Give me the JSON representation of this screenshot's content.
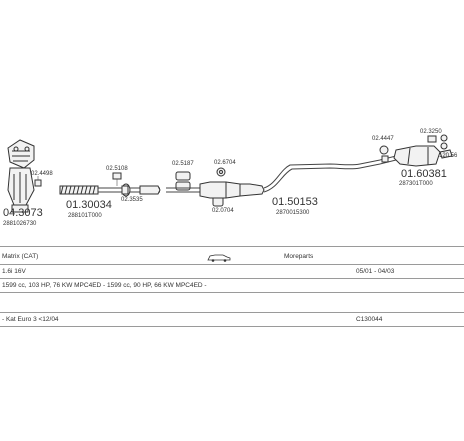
{
  "parts": {
    "cat_main": "04.3073",
    "cat_sub": "2881026730",
    "clamp_cat": "02.4498",
    "front_pipe_main": "01.30034",
    "front_pipe_sub": "288101T000",
    "clamp_a": "02.3535",
    "clamp_b": "02.5108",
    "clamp_c": "02.5187",
    "clamp_d": "02.6704",
    "clamp_e": "02.0704",
    "middle_main": "01.50153",
    "middle_sub": "2870015300",
    "rear_main": "01.60381",
    "rear_sub": "287301T000",
    "clamp_f": "02.4447",
    "clamp_g": "02.3250",
    "rubber": "120.56"
  },
  "table": {
    "model": "Matrix (CAT)",
    "moreparts": "Moreparts",
    "engine": "1.6i 16V",
    "date_range": "05/01 - 04/03",
    "spec": "1599 cc, 103 HP, 76 KW MPC4ED - 1599 cc, 90 HP, 66 KW MPC4ED -",
    "note": "- Kat Euro 3 <12/04",
    "code": "C130044"
  }
}
